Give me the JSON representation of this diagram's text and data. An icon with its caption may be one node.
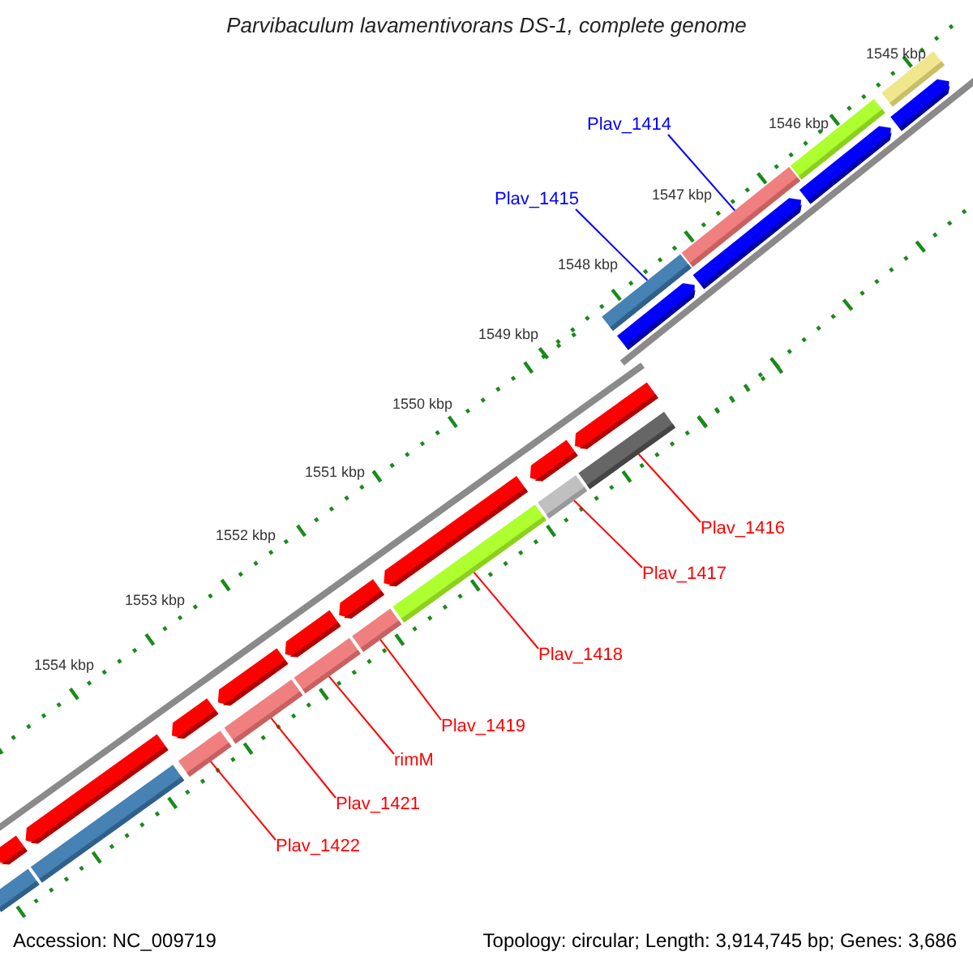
{
  "diagram": {
    "title": "Parvibaculum lavamentivorans DS-1, complete genome",
    "nodes": [
      {
        "text": [
          "Plav_1414"
        ]
      },
      {
        "text": [],
        "shape": "bar"
      },
      {
        "text": [
          "Plav_1415"
        ]
      },
      {
        "text": [],
        "shape": "bar"
      },
      {
        "text": [
          "Plav_1416"
        ]
      },
      {
        "text": [],
        "shape": "bar"
      },
      {
        "text": [
          "Plav_1417"
        ]
      },
      {
        "text": [],
        "shape": "bar"
      },
      {
        "text": [
          "Plav_1418"
        ]
      },
      {
        "text": [],
        "shape": "bar"
      },
      {
        "text": [
          "Plav_1419"
        ]
      },
      {
        "text": [],
        "shape": "bar"
      },
      {
        "text": [
          "rimM"
        ]
      },
      {
        "text": [],
        "shape": "bar"
      },
      {
        "text": [
          "Plav_1421"
        ]
      },
      {
        "text": [],
        "shape": "bar"
      },
      {
        "text": [
          "Plav_1422"
        ]
      },
      {
        "text": [],
        "shape": "bar"
      }
    ],
    "edges": [
      {
        "from": 0,
        "to": 1,
        "arrow": "none",
        "color": "#0000ff"
      },
      {
        "from": 2,
        "to": 3,
        "arrow": "none",
        "color": "#0000ff"
      },
      {
        "from": 4,
        "to": 5,
        "arrow": "none"
      },
      {
        "from": 6,
        "to": 7,
        "arrow": "none"
      },
      {
        "from": 8,
        "to": 9,
        "arrow": "none"
      },
      {
        "from": 10,
        "to": 11,
        "arrow": "none"
      },
      {
        "from": 12,
        "to": 13,
        "arrow": "none"
      },
      {
        "from": 14,
        "to": 15,
        "arrow": "none"
      },
      {
        "from": 16,
        "to": 17,
        "arrow": "none"
      }
    ],
    "labels": [
      "1545 kbp",
      "1546 kbp",
      "1547 kbp",
      "1548 kbp",
      "1549 kbp",
      "1550 kbp",
      "1551 kbp",
      "1552 kbp",
      "1553 kbp",
      "1554 kbp",
      "Accession: NC_009719",
      "Topology: circular; Length: 3,914,745 bp; Genes: 3,686"
    ]
  }
}
